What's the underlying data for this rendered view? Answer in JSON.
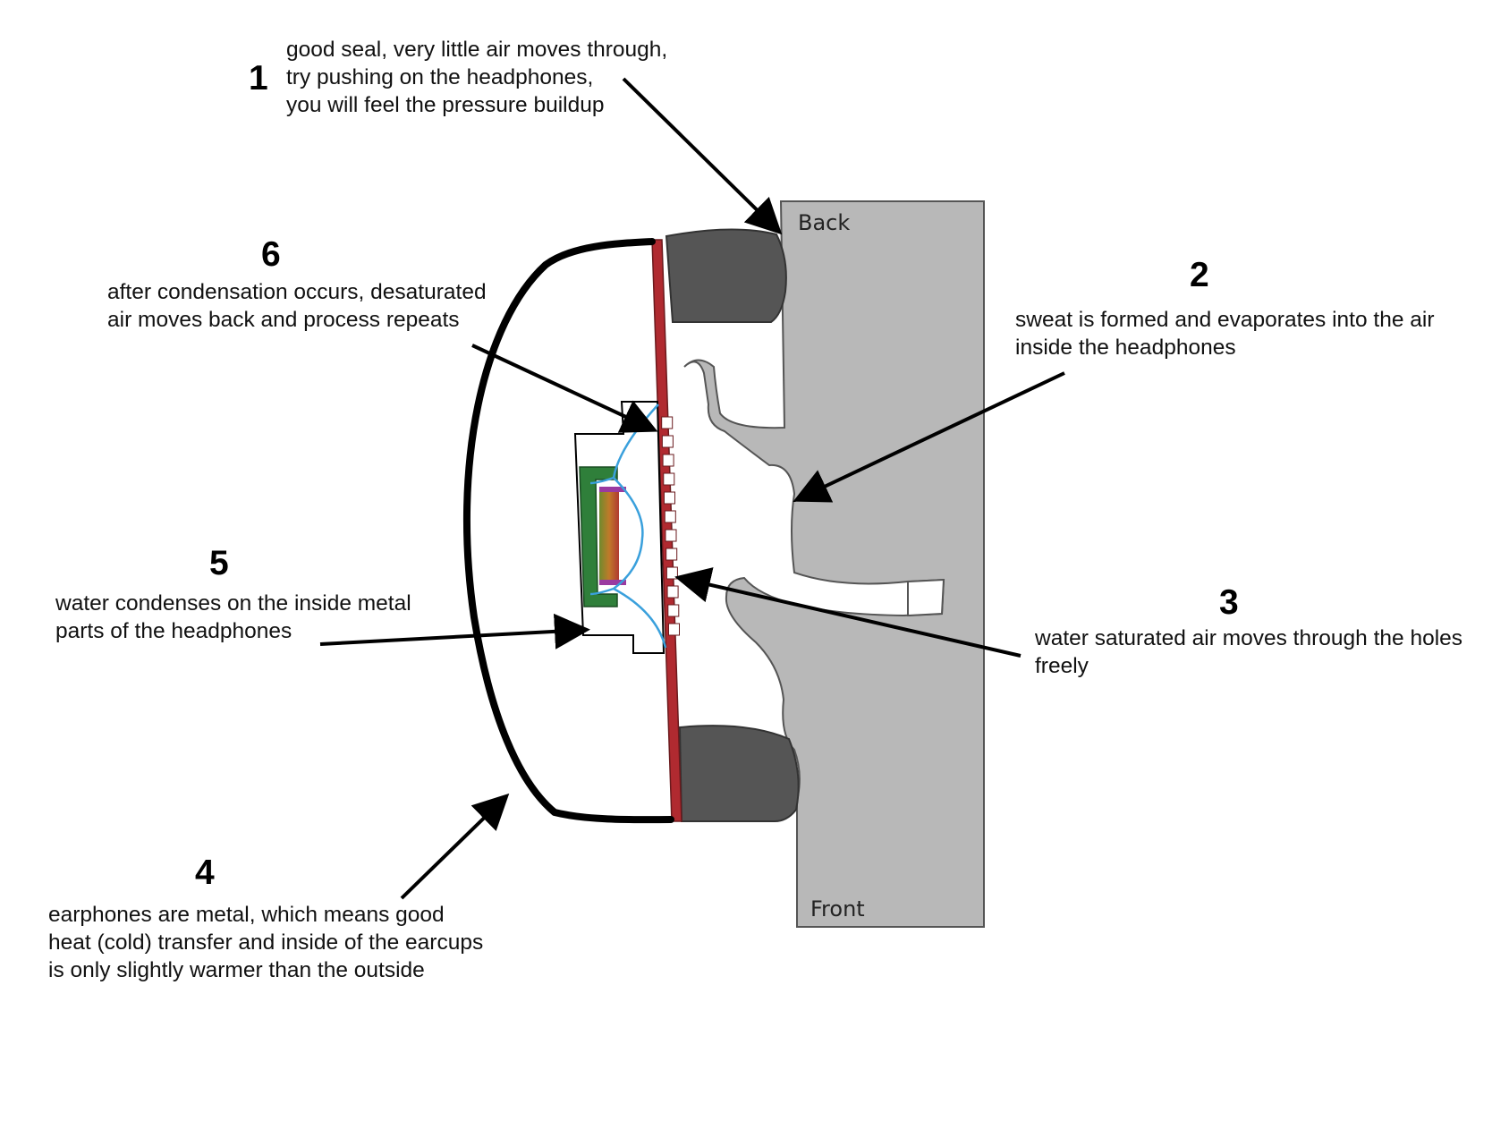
{
  "labels": {
    "back": "Back",
    "front": "Front"
  },
  "annotations": [
    {
      "number": "1",
      "lines": [
        "good seal, very little air moves through,",
        "try pushing on the headphones,",
        "you will feel the pressure buildup"
      ]
    },
    {
      "number": "2",
      "lines": [
        "sweat is formed and evaporates into the air",
        "inside the headphones"
      ]
    },
    {
      "number": "3",
      "lines": [
        "water saturated air moves through the holes",
        "freely"
      ]
    },
    {
      "number": "4",
      "lines": [
        "earphones are metal, which means good",
        "heat (cold) transfer and inside of the earcups",
        "is only slightly warmer than the outside"
      ]
    },
    {
      "number": "5",
      "lines": [
        "water condenses on the inside metal",
        "parts of the headphones"
      ]
    },
    {
      "number": "6",
      "lines": [
        "after condensation occurs, desaturated",
        "air moves back and process repeats"
      ]
    }
  ],
  "colors": {
    "head": "#b8b8b8",
    "cushion": "#555555",
    "baffle": "#b02a30",
    "membrane": "#3aa0dc",
    "magnet_frame": "#2f7f3a",
    "magnet": "#b03a30",
    "coil": "#9a3aa0",
    "earcup": "#000000"
  }
}
